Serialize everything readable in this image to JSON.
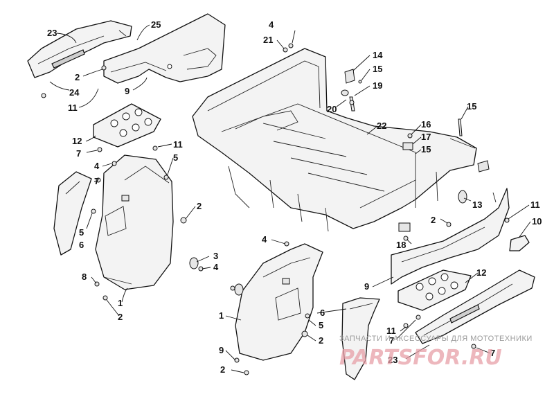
{
  "diagram": {
    "callouts": [
      {
        "id": "c-23a",
        "text": "23"
      },
      {
        "id": "c-25",
        "text": "25"
      },
      {
        "id": "c-2a",
        "text": "2"
      },
      {
        "id": "c-9a",
        "text": "9"
      },
      {
        "id": "c-24",
        "text": "24"
      },
      {
        "id": "c-11a",
        "text": "11"
      },
      {
        "id": "c-12a",
        "text": "12"
      },
      {
        "id": "c-7a",
        "text": "7"
      },
      {
        "id": "c-11b",
        "text": "11"
      },
      {
        "id": "c-4a",
        "text": "4"
      },
      {
        "id": "c-5a",
        "text": "5"
      },
      {
        "id": "c-7b",
        "text": "7"
      },
      {
        "id": "c-2b",
        "text": "2"
      },
      {
        "id": "c-5b",
        "text": "5"
      },
      {
        "id": "c-6a",
        "text": "6"
      },
      {
        "id": "c-3",
        "text": "3"
      },
      {
        "id": "c-4b",
        "text": "4"
      },
      {
        "id": "c-8",
        "text": "8"
      },
      {
        "id": "c-1a",
        "text": "1"
      },
      {
        "id": "c-2c",
        "text": "2"
      },
      {
        "id": "c-4c",
        "text": "4"
      },
      {
        "id": "c-21",
        "text": "21"
      },
      {
        "id": "c-14",
        "text": "14"
      },
      {
        "id": "c-15a",
        "text": "15"
      },
      {
        "id": "c-19",
        "text": "19"
      },
      {
        "id": "c-20",
        "text": "20"
      },
      {
        "id": "c-15b",
        "text": "15"
      },
      {
        "id": "c-22",
        "text": "22"
      },
      {
        "id": "c-16",
        "text": "16"
      },
      {
        "id": "c-17",
        "text": "17"
      },
      {
        "id": "c-15c",
        "text": "15"
      },
      {
        "id": "c-13",
        "text": "13"
      },
      {
        "id": "c-11c",
        "text": "11"
      },
      {
        "id": "c-10",
        "text": "10"
      },
      {
        "id": "c-2d",
        "text": "2"
      },
      {
        "id": "c-18",
        "text": "18"
      },
      {
        "id": "c-4d",
        "text": "4"
      },
      {
        "id": "c-9b",
        "text": "9"
      },
      {
        "id": "c-12b",
        "text": "12"
      },
      {
        "id": "c-1b",
        "text": "1"
      },
      {
        "id": "c-6b",
        "text": "6"
      },
      {
        "id": "c-5c",
        "text": "5"
      },
      {
        "id": "c-2e",
        "text": "2"
      },
      {
        "id": "c-11d",
        "text": "11"
      },
      {
        "id": "c-7c",
        "text": "7"
      },
      {
        "id": "c-23b",
        "text": "23"
      },
      {
        "id": "c-7d",
        "text": "7"
      },
      {
        "id": "c-9c",
        "text": "9"
      },
      {
        "id": "c-2f",
        "text": "2"
      }
    ]
  },
  "watermark": {
    "caption": "ЗАПЧАСТИ И АКСЕССУАРЫ ДЛЯ МОТОТЕХНИКИ",
    "logo": "PARTSFOR.RU"
  }
}
